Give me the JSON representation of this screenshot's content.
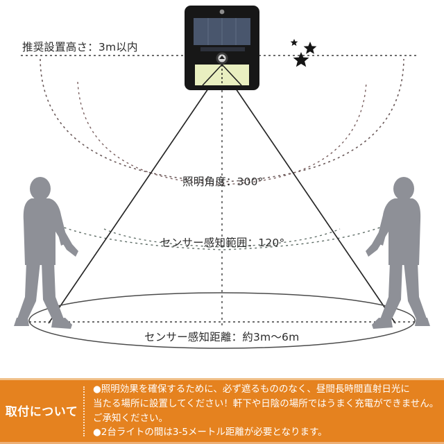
{
  "diagram": {
    "labels": {
      "mount_height": "推奨設置高さ：3m以内",
      "light_angle": "照明角度：300°",
      "sensor_range": "センサー感知範囲：120°",
      "sensor_distance": "センサー感知距離：約3m〜6m"
    },
    "icons": {
      "moon_stars": "moon-stars-icon",
      "device": "solar-led-light-icon",
      "person_left": "walking-person-silhouette-icon",
      "person_right": "walking-person-silhouette-icon",
      "motion_sensor": "motion-sensor-dome-icon"
    },
    "colors": {
      "silhouette": "#8e9097",
      "device_body": "#171717",
      "solar_panel": "#4a5870",
      "led_panel": "#e9efc0",
      "guide_line": "#333333",
      "ground_ellipse": "#4a4a4a"
    },
    "values": {
      "light_angle_deg": "300°",
      "sensor_angle_deg": "120°",
      "max_height": "3m",
      "detect_distance_min": "3m",
      "detect_distance_max": "6m"
    }
  },
  "footer": {
    "heading": "取付について",
    "lines": [
      "●照明効果を確保するために、必ず遮るもののなく、昼間長時間直射日光に",
      "当たる場所に設置してください！軒下や日陰の場所ではうまく充電ができません。",
      "ご承知ください。",
      "●2台ライトの間は3-5メートル距離が必要となります。"
    ],
    "background_color": "#e5821f",
    "text_color": "#ffffff"
  }
}
